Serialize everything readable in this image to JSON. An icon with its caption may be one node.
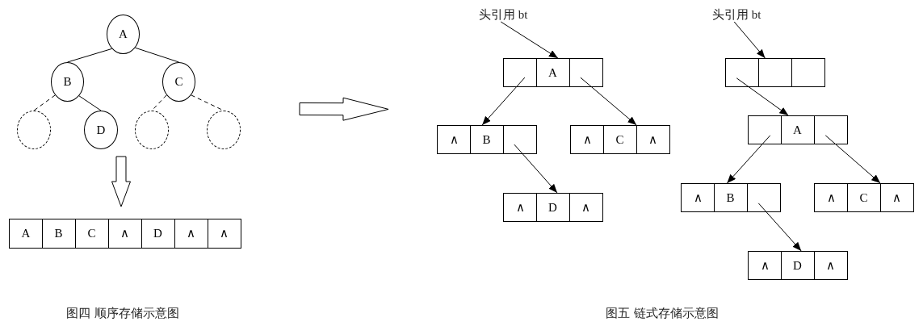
{
  "diagram": {
    "nodes": [
      {
        "text": [],
        "shape": "picture"
      },
      {
        "text": [
          "A"
        ],
        "in": 0
      },
      {
        "text": [
          "B"
        ],
        "in": 0
      },
      {
        "text": [
          "C"
        ],
        "in": 0
      },
      {
        "text": [],
        "shape": "circle",
        "in": 0
      },
      {
        "text": [
          "D"
        ],
        "in": 0
      },
      {
        "text": [],
        "shape": "circle",
        "in": 0
      },
      {
        "text": [],
        "shape": "circle",
        "in": 0
      },
      {
        "text": [],
        "shape": "box"
      },
      {
        "text": [
          "A"
        ],
        "in": 8
      },
      {
        "text": [
          "B"
        ],
        "in": 8
      },
      {
        "text": [
          "C"
        ],
        "in": 8
      },
      {
        "text": [
          "∧"
        ],
        "in": 8
      },
      {
        "text": [
          "D"
        ],
        "in": 8
      },
      {
        "text": [
          "∧"
        ],
        "in": 8
      },
      {
        "text": [
          "∧"
        ],
        "in": 8
      },
      {
        "text": [],
        "shape": "picture"
      },
      {
        "text": [
          "头引用 bt"
        ],
        "in": 16
      },
      {
        "text": [],
        "shape": "box",
        "in": 16
      },
      {
        "text": [],
        "shape": "box",
        "in": 18
      },
      {
        "text": [
          "A"
        ],
        "in": 18
      },
      {
        "text": [],
        "shape": "box",
        "in": 18
      },
      {
        "text": [],
        "shape": "box",
        "in": 16
      },
      {
        "text": [
          "∧"
        ],
        "in": 22
      },
      {
        "text": [
          "B"
        ],
        "in": 22
      },
      {
        "text": [],
        "shape": "box",
        "in": 22
      },
      {
        "text": [],
        "shape": "box",
        "in": 16
      },
      {
        "text": [
          "∧"
        ],
        "in": 26
      },
      {
        "text": [
          "C"
        ],
        "in": 26
      },
      {
        "text": [
          "∧"
        ],
        "in": 26
      },
      {
        "text": [],
        "shape": "box",
        "in": 16
      },
      {
        "text": [
          "∧"
        ],
        "in": 30
      },
      {
        "text": [
          "D"
        ],
        "in": 30
      },
      {
        "text": [
          "∧"
        ],
        "in": 30
      },
      {
        "text": [
          "头引用 bt"
        ],
        "in": 16
      },
      {
        "text": [],
        "shape": "box",
        "in": 16
      },
      {
        "text": [],
        "shape": "box",
        "in": 35
      },
      {
        "text": [],
        "shape": "box",
        "in": 35
      },
      {
        "text": [],
        "shape": "box",
        "in": 35
      },
      {
        "text": [],
        "shape": "box",
        "in": 16
      },
      {
        "text": [],
        "shape": "box",
        "in": 39
      },
      {
        "text": [
          "A"
        ],
        "in": 39
      },
      {
        "text": [],
        "shape": "box",
        "in": 39
      },
      {
        "text": [],
        "shape": "box",
        "in": 16
      },
      {
        "text": [
          "∧"
        ],
        "in": 43
      },
      {
        "text": [
          "B"
        ],
        "in": 43
      },
      {
        "text": [],
        "shape": "box",
        "in": 43
      },
      {
        "text": [],
        "shape": "box",
        "in": 16
      },
      {
        "text": [
          "∧"
        ],
        "in": 47
      },
      {
        "text": [
          "C"
        ],
        "in": 47
      },
      {
        "text": [
          "∧"
        ],
        "in": 47
      },
      {
        "text": [],
        "shape": "box",
        "in": 16
      },
      {
        "text": [
          "∧"
        ],
        "in": 51
      },
      {
        "text": [
          "D"
        ],
        "in": 51
      },
      {
        "text": [
          "∧"
        ],
        "in": 51
      }
    ],
    "edges": [
      {
        "from": 1,
        "to": 2,
        "arrow": "none"
      },
      {
        "from": 1,
        "to": 3,
        "arrow": "none"
      },
      {
        "from": 2,
        "to": 4,
        "arrow": "none",
        "style": "dashed"
      },
      {
        "from": 2,
        "to": 5,
        "arrow": "none"
      },
      {
        "from": 3,
        "to": 6,
        "arrow": "none",
        "style": "dashed"
      },
      {
        "from": 3,
        "to": 7,
        "arrow": "none",
        "style": "dashed"
      },
      {
        "from": 0,
        "to": 8,
        "arrow": "to",
        "style": "thick"
      },
      {
        "from": 0,
        "to": 16,
        "arrow": "to",
        "style": "thick"
      },
      {
        "from": 17,
        "to": 20,
        "arrow": "to"
      },
      {
        "from": 19,
        "to": 24,
        "arrow": "to"
      },
      {
        "from": 21,
        "to": 28,
        "arrow": "to"
      },
      {
        "from": 25,
        "to": 32,
        "arrow": "to"
      },
      {
        "from": 34,
        "to": 37,
        "arrow": "to"
      },
      {
        "from": 36,
        "to": 41,
        "arrow": "to"
      },
      {
        "from": 40,
        "to": 45,
        "arrow": "to"
      },
      {
        "from": 42,
        "to": 49,
        "arrow": "to"
      },
      {
        "from": 46,
        "to": 53,
        "arrow": "to"
      }
    ],
    "labels": [
      "图四 顺序存储示意图",
      "图五 链式存储示意图"
    ]
  }
}
